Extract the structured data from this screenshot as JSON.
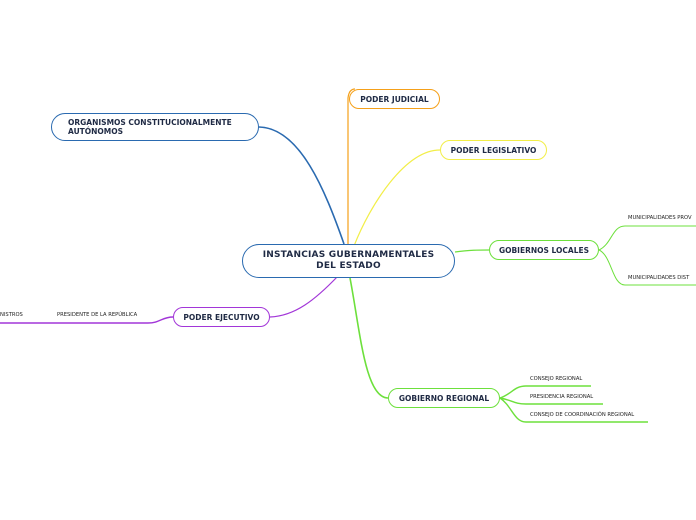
{
  "central": {
    "line1": "INSTANCIAS GUBERNAMENTALES",
    "line2": "DEL ESTADO"
  },
  "branches": {
    "judicial": "PODER JUDICIAL",
    "legislativo": "PODER LEGISLATIVO",
    "gobiernos_locales": "GOBIERNOS LOCALES",
    "gobierno_regional": "GOBIERNO REGIONAL",
    "ejecutivo": "PODER EJECUTIVO",
    "organismos_line1": "ORGANISMOS CONSTITUCIONALMENTE",
    "organismos_line2": "AUTÓNOMOS"
  },
  "subtopics": {
    "locales": [
      "MUNICIPALIDADES PROV",
      "MUNICIPALIDADES DIST"
    ],
    "regional": [
      "CONSEJO REGIONAL",
      "PRESIDENCIA REGIONAL",
      "CONSEJO DE COORDINACIÓN REGIONAL"
    ],
    "ejecutivo": [
      "PRESIDENTE DE LA REPÚBLICA",
      "NISTROS"
    ]
  },
  "colors": {
    "blue": "#2a6ab0",
    "orange": "#f5a019",
    "yellow": "#f2ee48",
    "green": "#6de03c",
    "purple": "#a236d8"
  }
}
